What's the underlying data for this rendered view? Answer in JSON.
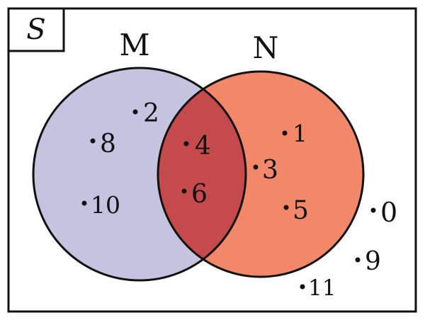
{
  "universe_label": "S",
  "sets": {
    "M": {
      "label": "M",
      "color": "#c5c3e0"
    },
    "N": {
      "label": "N",
      "color": "#f2876a"
    },
    "intersection_color": "#c44a4c"
  },
  "elements": {
    "only_M": [
      "2",
      "8",
      "10"
    ],
    "both": [
      "4",
      "6"
    ],
    "only_N": [
      "1",
      "3",
      "5"
    ],
    "outside": [
      "0",
      "9",
      "11"
    ]
  }
}
